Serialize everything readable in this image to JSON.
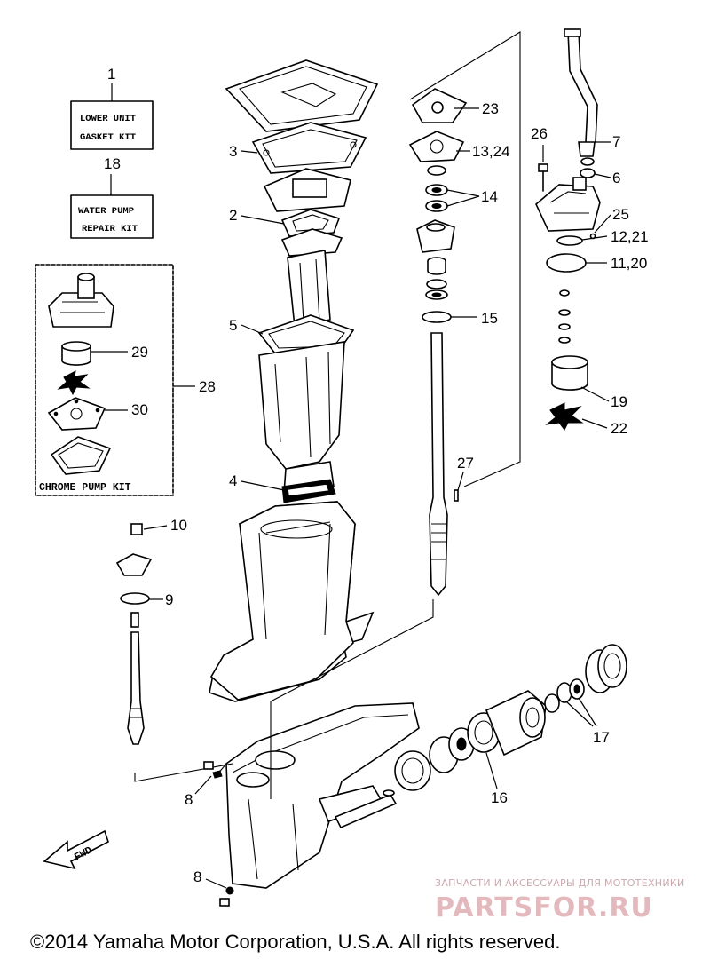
{
  "kits": {
    "lower_unit": {
      "number": "1",
      "line1": "LOWER UNIT",
      "line2": "GASKET KIT"
    },
    "water_pump": {
      "number": "18",
      "line1": "WATER PUMP",
      "line2": "REPAIR KIT"
    },
    "chrome_pump": {
      "number": "28",
      "label": "CHROME PUMP KIT"
    }
  },
  "callouts": {
    "c2": "2",
    "c3": "3",
    "c4": "4",
    "c5": "5",
    "c6": "6",
    "c7": "7",
    "c8a": "8",
    "c8b": "8",
    "c9": "9",
    "c10": "10",
    "c11_20": "11,20",
    "c12_21": "12,21",
    "c13_24": "13,24",
    "c14": "14",
    "c15": "15",
    "c16": "16",
    "c17": "17",
    "c19": "19",
    "c22": "22",
    "c23": "23",
    "c25": "25",
    "c26": "26",
    "c27": "27",
    "c29": "29",
    "c30": "30"
  },
  "fwd_label": "FWD",
  "watermark": {
    "line1": "ЗАПЧАСТИ И АКСЕССУАРЫ ДЛЯ МОТОТЕХНИКИ",
    "line2": "PARTSFOR.RU"
  },
  "copyright": "©2014 Yamaha Motor Corporation, U.S.A. All rights reserved."
}
